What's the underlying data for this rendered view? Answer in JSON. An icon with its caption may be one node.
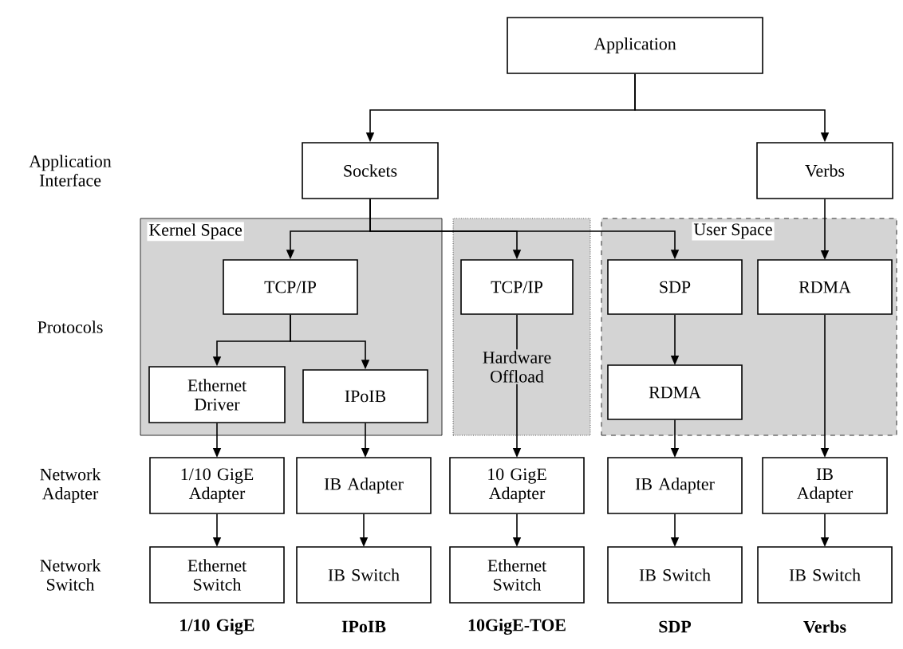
{
  "diagram": {
    "nodes": [
      {
        "text": [
          "Application"
        ]
      },
      {
        "text": [
          "Sockets"
        ]
      },
      {
        "text": [
          "Verbs"
        ]
      },
      {
        "text": [
          "Kernel Space"
        ]
      },
      {
        "text": [
          "TCP/IP"
        ],
        "in": 3
      },
      {
        "text": [
          "Ethernet Driver"
        ],
        "in": 3
      },
      {
        "text": [
          "IPoIB"
        ],
        "in": 3
      },
      {
        "text": [],
        "shape": "box"
      },
      {
        "text": [
          "TCP/IP"
        ],
        "in": 7
      },
      {
        "text": [
          "User Space"
        ]
      },
      {
        "text": [
          "SDP"
        ],
        "in": 9
      },
      {
        "text": [
          "RDMA"
        ],
        "in": 9
      },
      {
        "text": [
          "RDMA"
        ],
        "in": 9
      },
      {
        "text": [
          "1/10 GigE Adapter"
        ]
      },
      {
        "text": [
          "IB Adapter"
        ]
      },
      {
        "text": [
          "10 GigE Adapter"
        ]
      },
      {
        "text": [
          "IB Adapter"
        ]
      },
      {
        "text": [
          "IB Adapter"
        ]
      },
      {
        "text": [
          "Ethernet Switch"
        ]
      },
      {
        "text": [
          "IB Switch"
        ]
      },
      {
        "text": [
          "Ethernet Switch"
        ]
      },
      {
        "text": [
          "IB Switch"
        ]
      },
      {
        "text": [
          "IB Switch"
        ]
      }
    ],
    "edges": [
      {
        "from": 0,
        "to": 1,
        "arrow": "to"
      },
      {
        "from": 0,
        "to": 2,
        "arrow": "to"
      },
      {
        "from": 1,
        "to": 4,
        "arrow": "to"
      },
      {
        "from": 1,
        "to": 8,
        "arrow": "to"
      },
      {
        "from": 1,
        "to": 10,
        "arrow": "to"
      },
      {
        "from": 2,
        "to": 11,
        "arrow": "to"
      },
      {
        "from": 4,
        "to": 5,
        "arrow": "to"
      },
      {
        "from": 4,
        "to": 6,
        "arrow": "to"
      },
      {
        "from": 8,
        "to": 15,
        "arrow": "to",
        "label": "Hardware Offload"
      },
      {
        "from": 10,
        "to": 12,
        "arrow": "to"
      },
      {
        "from": 5,
        "to": 13,
        "arrow": "to"
      },
      {
        "from": 6,
        "to": 14,
        "arrow": "to"
      },
      {
        "from": 12,
        "to": 16,
        "arrow": "to"
      },
      {
        "from": 11,
        "to": 17,
        "arrow": "to"
      },
      {
        "from": 13,
        "to": 18,
        "arrow": "to"
      },
      {
        "from": 14,
        "to": 19,
        "arrow": "to"
      },
      {
        "from": 15,
        "to": 20,
        "arrow": "to"
      },
      {
        "from": 16,
        "to": 21,
        "arrow": "to"
      },
      {
        "from": 17,
        "to": 22,
        "arrow": "to"
      }
    ],
    "labels": [
      "Application Interface",
      "Protocols",
      "Network Adapter",
      "Network Switch",
      "1/10 GigE",
      "IPoIB",
      "10GigE-TOE",
      "SDP",
      "Verbs"
    ]
  }
}
